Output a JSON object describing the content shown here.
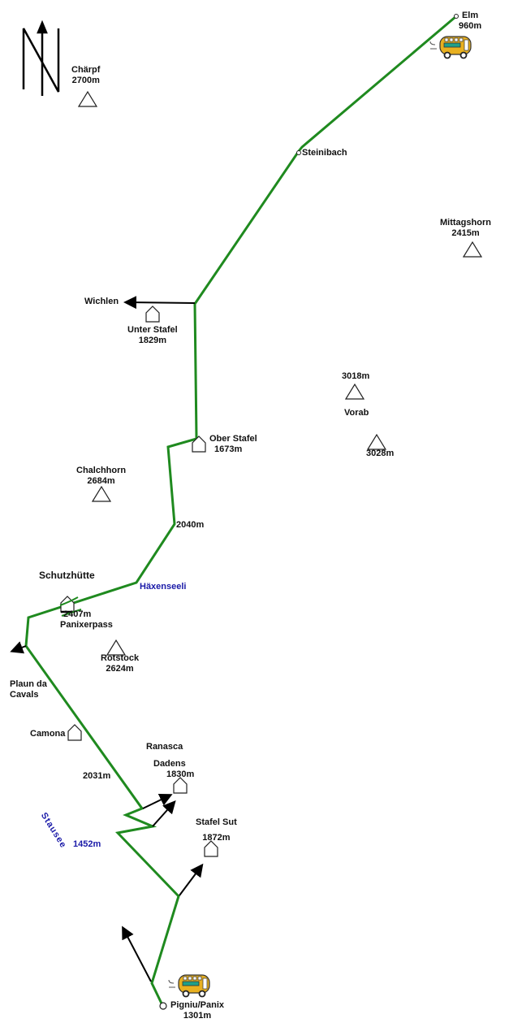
{
  "title": "Panixerpass hiking route map",
  "colors": {
    "route": "#1f8a1f",
    "arrow": "#000000",
    "lake": "#1a1aa8",
    "bus": "#e8b020"
  },
  "places": {
    "elm": {
      "name": "Elm",
      "elev": "960m"
    },
    "steinibach": {
      "name": "Steinibach"
    },
    "charpf": {
      "name": "Chärpf",
      "elev": "2700m"
    },
    "mittagshorn": {
      "name": "Mittagshorn",
      "elev": "2415m"
    },
    "wichlen": {
      "name": "Wichlen"
    },
    "unter_stafel": {
      "name": "Unter Stafel",
      "elev": "1829m"
    },
    "vorab_peak1": {
      "elev": "3018m"
    },
    "vorab": {
      "name": "Vorab"
    },
    "vorab_peak2": {
      "elev": "3028m"
    },
    "ober_stafel": {
      "name": "Ober Stafel",
      "elev": "1673m"
    },
    "chalchhorn": {
      "name": "Chalchhorn",
      "elev": "2684m"
    },
    "waypoint_2040": {
      "elev": "2040m"
    },
    "schutzhutte": {
      "name": "Schutzhütte"
    },
    "haxenseeli": {
      "name": "Häxenseeli"
    },
    "panixerpass": {
      "name": "Panixerpass",
      "elev": "2407m"
    },
    "rotstock": {
      "name": "Rotstock",
      "elev": "2624m"
    },
    "plaun_da_cavals": {
      "line1": "Plaun da",
      "line2": "Cavals"
    },
    "camona": {
      "name": "Camona"
    },
    "ranasca": {
      "name": "Ranasca"
    },
    "dadens": {
      "name": "Dadens",
      "elev": "1830m"
    },
    "waypoint_2031": {
      "elev": "2031m"
    },
    "stausee": {
      "name": "Stausee",
      "elev": "1452m"
    },
    "stafel_sut": {
      "name": "Stafel Sut",
      "elev": "1872m"
    },
    "pigniu": {
      "name": "Pigniu/Panix",
      "elev": "1301m"
    }
  }
}
